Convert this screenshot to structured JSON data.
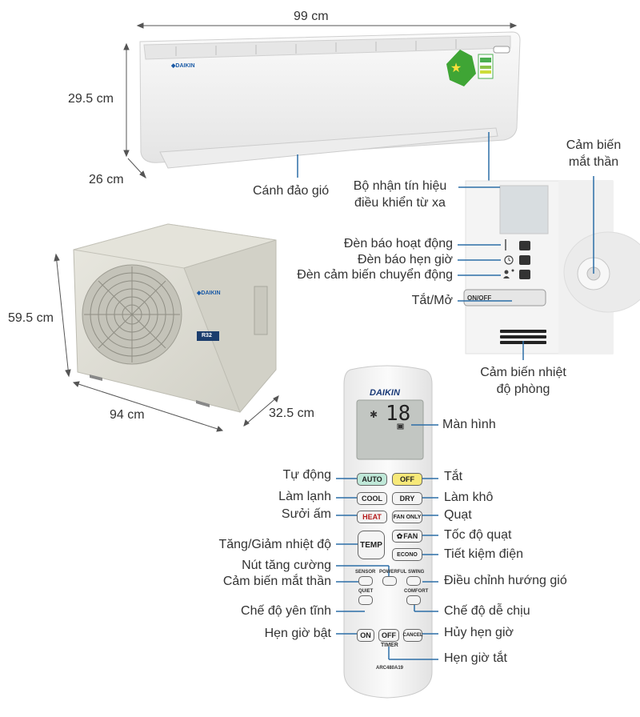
{
  "dimensions": {
    "indoor_width": "99 cm",
    "indoor_height": "29.5 cm",
    "indoor_depth": "26 cm",
    "outdoor_width": "94 cm",
    "outdoor_height": "59.5 cm",
    "outdoor_depth": "32.5 cm"
  },
  "indoor_labels": {
    "louver": "Cánh đảo gió",
    "receiver_line1": "Bộ nhận tín hiệu",
    "receiver_line2": "điều khiển từ xa",
    "eye_sensor_line1": "Cảm biến",
    "eye_sensor_line2": "mắt thần",
    "op_lamp": "Đèn báo hoạt động",
    "timer_lamp": "Đèn báo hẹn giờ",
    "motion_lamp": "Đèn cảm biến chuyển động",
    "on_off": "Tắt/Mở",
    "room_temp_line1": "Cảm biến nhiệt",
    "room_temp_line2": "độ phòng",
    "onoff_button_text": "ON/OFF"
  },
  "brand": {
    "name": "DAIKIN",
    "remote_model": "ARC480A19",
    "display_temp": "18",
    "outdoor_badge": "R32"
  },
  "remote_buttons": {
    "auto": "AUTO",
    "off": "OFF",
    "cool": "COOL",
    "dry": "DRY",
    "heat": "HEAT",
    "fan_only": "FAN ONLY",
    "temp": "TEMP",
    "fan": "FAN",
    "econo": "ECONO",
    "sensor": "SENSOR",
    "powerful": "POWERFUL",
    "swing": "SWING",
    "quiet": "QUIET",
    "comfort": "COMFORT",
    "timer_on": "ON",
    "timer_off": "OFF",
    "timer": "TIMER",
    "cancel": "CANCEL"
  },
  "remote_labels": {
    "screen": "Màn hình",
    "auto": "Tự động",
    "off": "Tắt",
    "cool": "Làm lạnh",
    "dry": "Làm khô",
    "heat": "Sưởi ấm",
    "fan_only": "Quạt",
    "fan_speed": "Tốc độ quạt",
    "temp": "Tăng/Giảm nhiệt độ",
    "econo": "Tiết kiệm điện",
    "powerful": "Nút tăng cường",
    "sensor": "Cảm biến mắt thần",
    "swing": "Điều chỉnh hướng gió",
    "quiet": "Chế độ yên tĩnh",
    "comfort": "Chế độ dễ chịu",
    "timer_on": "Hẹn giờ bật",
    "cancel": "Hủy hẹn giờ",
    "timer_off": "Hẹn giờ tắt"
  },
  "colors": {
    "accent": "#2c6ea7",
    "unit_body": "#f2f2f2",
    "outdoor_body": "#dcdbd2",
    "auto_button": "#bfe8d8",
    "off_button": "#f7e979",
    "daikin_blue": "#1a5aa6"
  }
}
